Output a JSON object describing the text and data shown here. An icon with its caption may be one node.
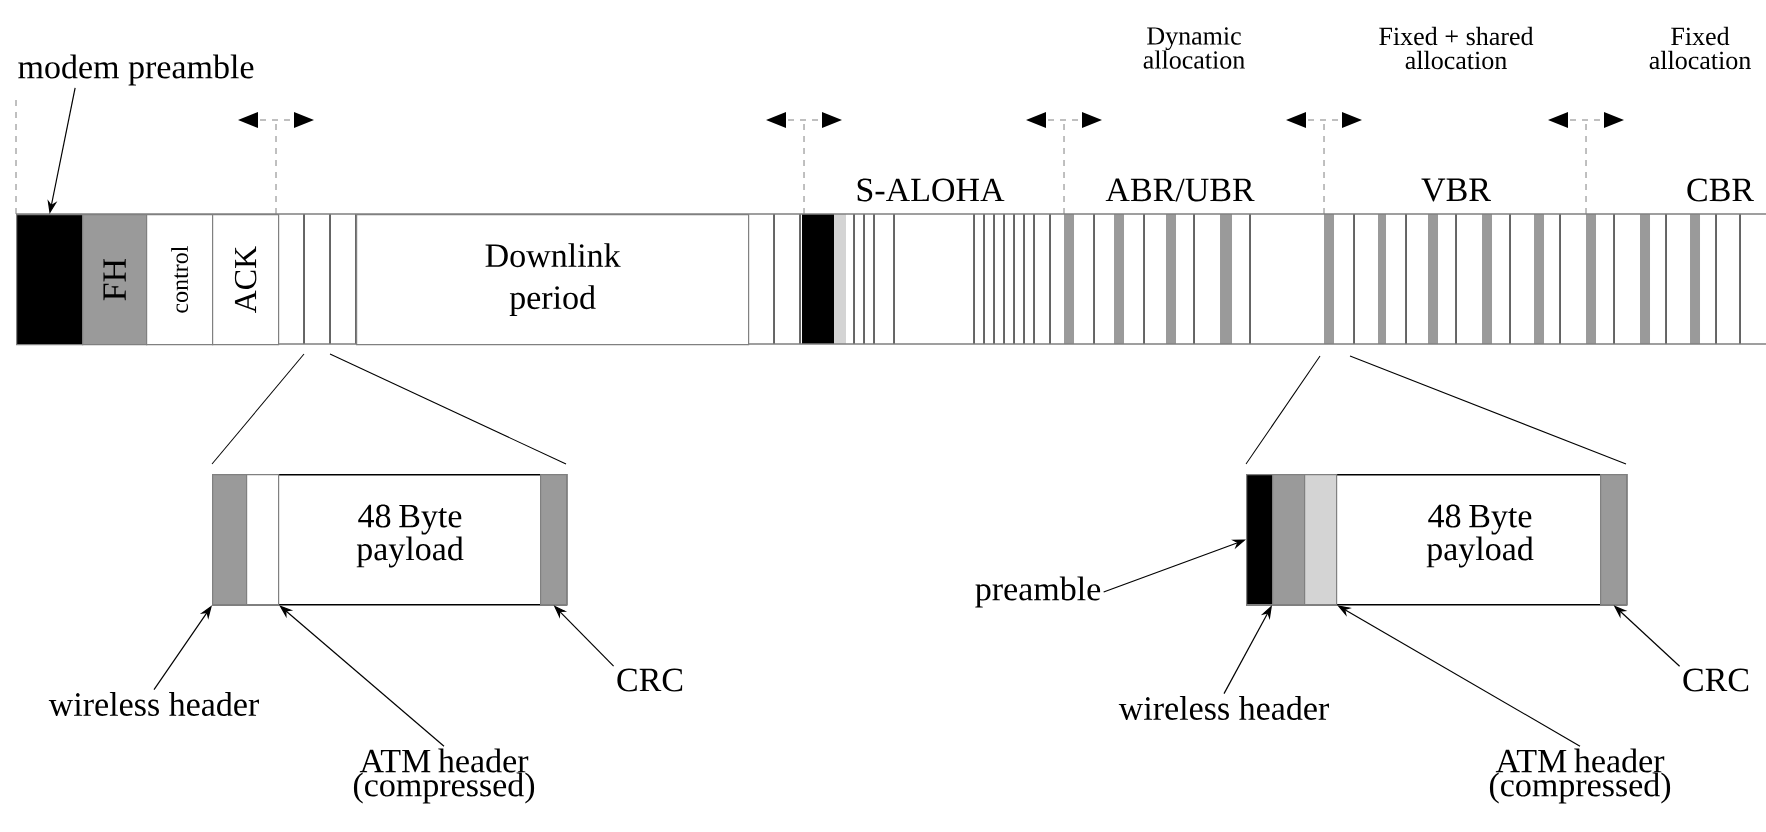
{
  "diagram": {
    "nodes": [
      {
        "text": [
          "modem preamble"
        ]
      },
      {
        "text": [],
        "shape": "box"
      },
      {
        "text": [
          "FH"
        ]
      },
      {
        "text": [
          "control"
        ]
      },
      {
        "text": [
          "ACK"
        ]
      },
      {
        "text": [
          "Downlink period"
        ]
      },
      {
        "text": [
          "48 Byte payload"
        ]
      },
      {
        "text": [],
        "shape": "box",
        "in": 6
      },
      {
        "text": [],
        "shape": "box",
        "in": 6
      },
      {
        "text": [],
        "shape": "box",
        "in": 6
      },
      {
        "text": [
          "wireless header"
        ]
      },
      {
        "text": [
          "ATM header (compressed)"
        ]
      },
      {
        "text": [
          "CRC"
        ]
      },
      {
        "text": [
          "48 Byte payload"
        ]
      },
      {
        "text": [],
        "shape": "box",
        "in": 13
      },
      {
        "text": [],
        "shape": "box",
        "in": 13
      },
      {
        "text": [],
        "shape": "box",
        "in": 13
      },
      {
        "text": [],
        "shape": "box",
        "in": 13
      },
      {
        "text": [
          "preamble"
        ]
      },
      {
        "text": [
          "wireless header"
        ]
      },
      {
        "text": [
          "ATM header (compressed)"
        ]
      },
      {
        "text": [
          "CRC"
        ]
      }
    ],
    "edges": [
      {
        "from": 0,
        "to": 1,
        "arrow": "to"
      },
      {
        "from": 10,
        "to": 7,
        "arrow": "to"
      },
      {
        "from": 11,
        "to": 8,
        "arrow": "to"
      },
      {
        "from": 12,
        "to": 9,
        "arrow": "to"
      },
      {
        "from": 18,
        "to": 14,
        "arrow": "to"
      },
      {
        "from": 19,
        "to": 15,
        "arrow": "to"
      },
      {
        "from": 20,
        "to": 16,
        "arrow": "to"
      },
      {
        "from": 21,
        "to": 17,
        "arrow": "to"
      }
    ],
    "labels": [
      "Dynamic allocation",
      "Fixed + shared allocation",
      "Fixed allocation",
      "S-ALOHA",
      "ABR/UBR",
      "VBR",
      "CBR"
    ]
  }
}
